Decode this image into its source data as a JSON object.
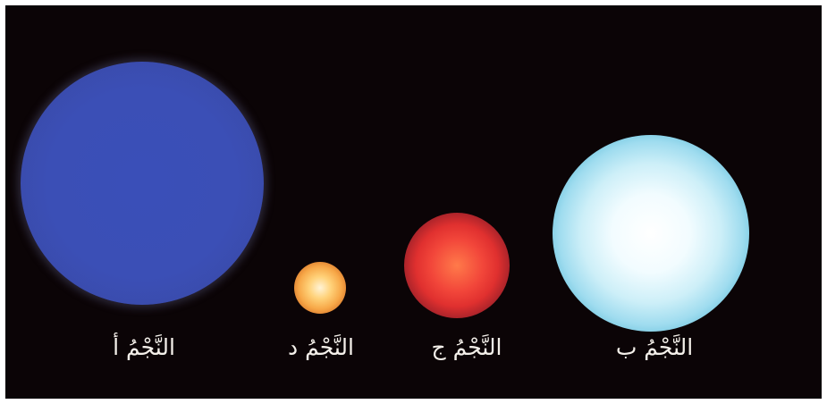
{
  "stars": [
    {
      "id": "a",
      "label": "النَّجْمُ أ",
      "color": "#3b4fb6"
    },
    {
      "id": "d",
      "label": "النَّجْمُ د",
      "color": "#f7a848"
    },
    {
      "id": "c",
      "label": "النَّجْمُ ج",
      "color": "#e0302f"
    },
    {
      "id": "b",
      "label": "النَّجْمُ ب",
      "color": "#cdeff8"
    }
  ],
  "background_color": "#0b0406"
}
